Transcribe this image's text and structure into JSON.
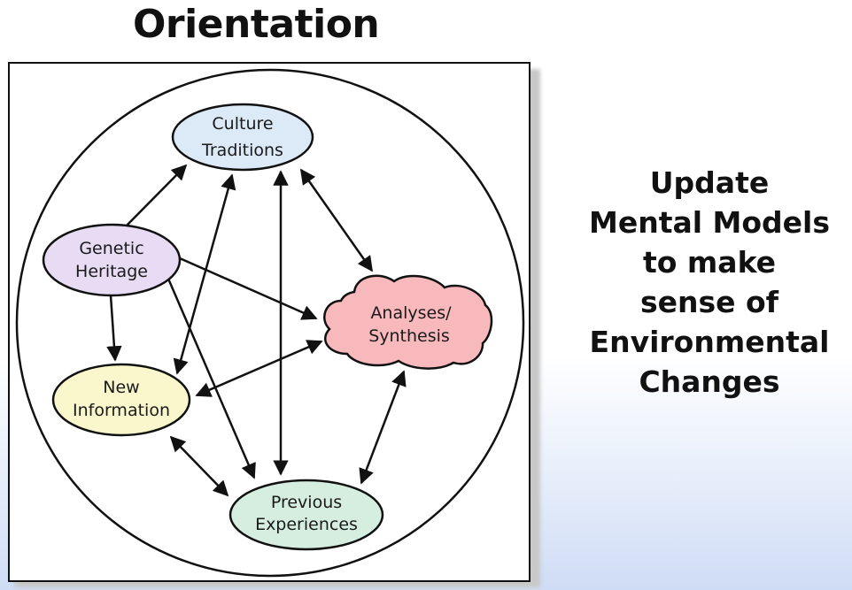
{
  "title": "Orientation",
  "nodes": {
    "culture": [
      "Culture",
      "Traditions"
    ],
    "genetic": [
      "Genetic",
      "Heritage"
    ],
    "analyses": [
      "Analyses/",
      "Synthesis"
    ],
    "newinfo": [
      "New",
      "Information"
    ],
    "previous": [
      "Previous",
      "Experiences"
    ]
  },
  "side_lines": [
    "Update",
    "Mental Models",
    "to make",
    "sense of",
    "Environmental",
    "Changes"
  ],
  "colors": {
    "culture_fill": "#dce9f7",
    "genetic_fill": "#e7dcf3",
    "analyses_fill": "#f8b9bd",
    "newinfo_fill": "#fbf7cd",
    "previous_fill": "#d5eee0"
  }
}
